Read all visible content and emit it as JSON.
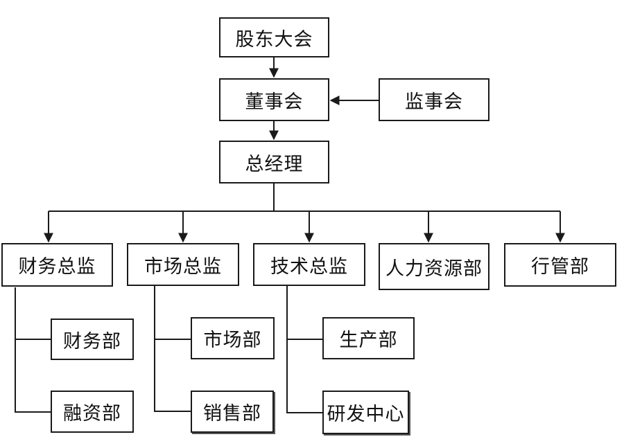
{
  "org": {
    "shareholders": "股东大会",
    "board": "董事会",
    "supervisory": "监事会",
    "gm": "总经理",
    "finance_director": "财务总监",
    "marketing_director": "市场总监",
    "tech_director": "技术总监",
    "hr": "人力资源部",
    "admin": "行管部",
    "finance_dept": "财务部",
    "financing_dept": "融资部",
    "market_dept": "市场部",
    "sales_dept": "销售部",
    "production_dept": "生产部",
    "rd_center": "研发中心"
  }
}
